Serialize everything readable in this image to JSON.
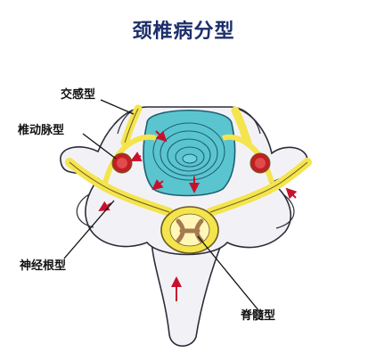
{
  "title": "颈椎病分型",
  "labels": {
    "sympathetic": "交感型",
    "vertebral_artery": "椎动脉型",
    "nerve_root": "神经根型",
    "spinal_cord": "脊髓型"
  },
  "colors": {
    "bone": "#f2f2f6",
    "bone_outline": "#2d2d3a",
    "disc": "#5bc5cf",
    "disc_ring": "#1e5f73",
    "nerve": "#f4e44e",
    "artery": "#c21f25",
    "arrow": "#c8102e",
    "cord_outline": "#6b5a1f",
    "gray_matter": "#a57a4e"
  }
}
